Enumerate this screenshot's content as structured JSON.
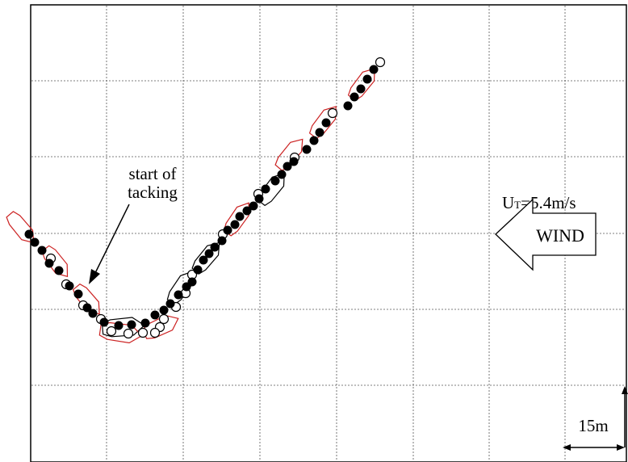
{
  "annotation": {
    "line1": "start of",
    "line2": "tacking"
  },
  "wind": {
    "speed_prefix": "U",
    "speed_sub": "T",
    "speed_value": "=5.4m/s",
    "label": "WIND"
  },
  "scale": {
    "label": "15m"
  },
  "colors": {
    "grid": "#555555",
    "frame": "#000000",
    "measured": "#000000",
    "simulated": "#ffffff",
    "hull_red": "#cc2222",
    "hull_black": "#000000"
  }
}
